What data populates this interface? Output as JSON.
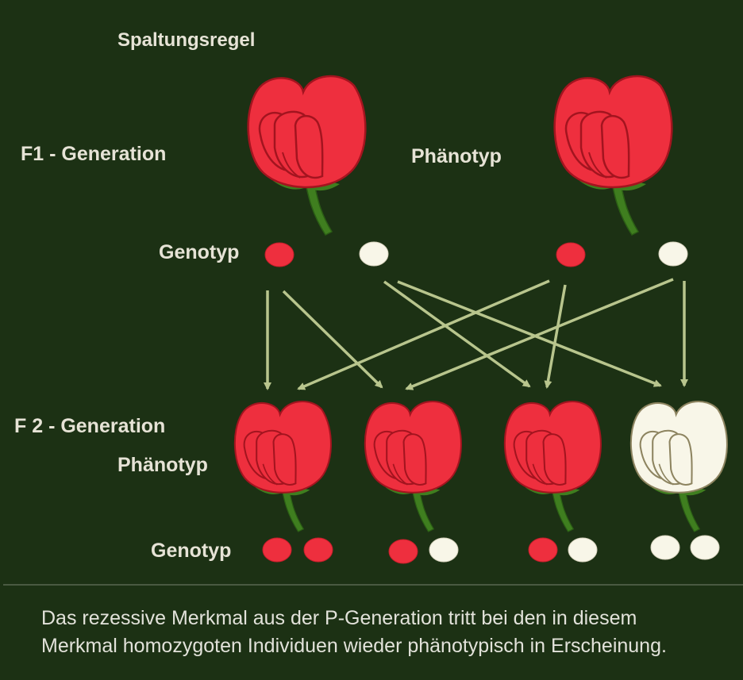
{
  "title": "Spaltungsregel",
  "f1": {
    "generation_label": "F1 - Generation",
    "phenotype_label": "Phänotyp",
    "genotype_label": "Genotyp"
  },
  "f2": {
    "generation_label": "F 2  - Generation",
    "phenotype_label": "Phänotyp",
    "genotype_label": "Genotyp"
  },
  "caption_line1": "Das rezessive Merkmal aus der P-Generation tritt bei den in diesem",
  "caption_line2": "Merkmal homozygoten Individuen wieder phänotypisch in Erscheinung.",
  "colors": {
    "background": "#1c3114",
    "dominant_red": "#ee2f3e",
    "recessive_white": "#f8f6e8",
    "stem_green": "#3f7e1f",
    "arrow": "#b8c58d"
  },
  "f1_flowers": [
    "red",
    "red"
  ],
  "f1_alleles": [
    [
      "red",
      "white"
    ],
    [
      "red",
      "white"
    ]
  ],
  "f2_flowers": [
    "red",
    "red",
    "red",
    "white"
  ],
  "f2_alleles": [
    [
      "red",
      "red"
    ],
    [
      "red",
      "white"
    ],
    [
      "red",
      "white"
    ],
    [
      "white",
      "white"
    ]
  ]
}
